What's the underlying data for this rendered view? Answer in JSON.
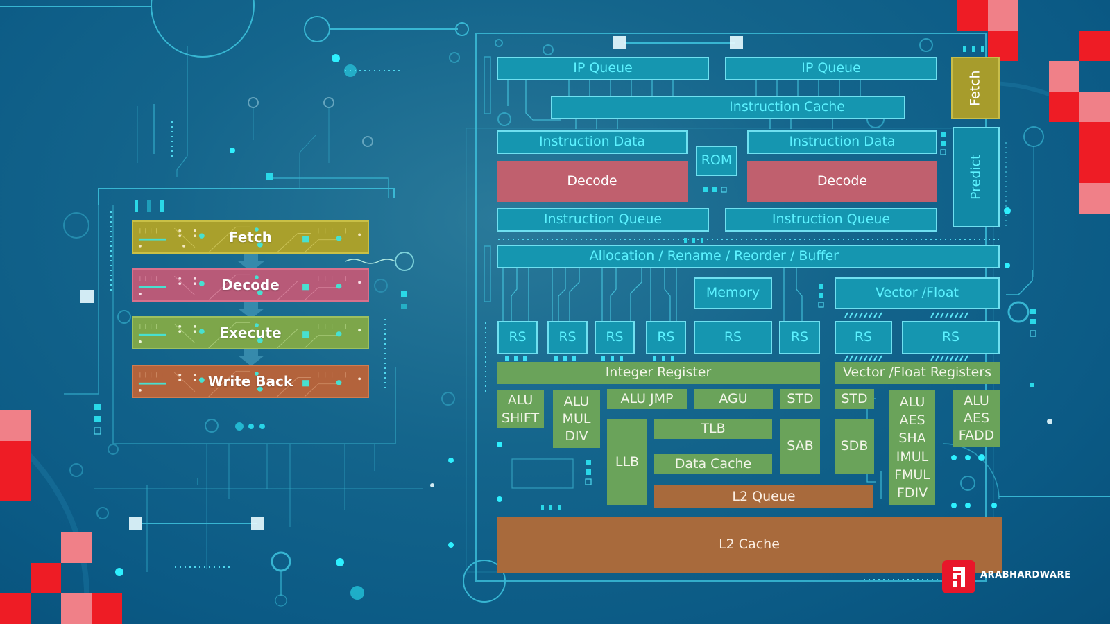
{
  "pipeline": {
    "stages": [
      {
        "label": "Fetch",
        "color": "#a9a02c"
      },
      {
        "label": "Decode",
        "color": "#b85a78"
      },
      {
        "label": "Execute",
        "color": "#7da64a"
      },
      {
        "label": "Write Back",
        "color": "#b3633c"
      }
    ]
  },
  "cpu": {
    "frontend": {
      "ip_queue_left": "IP Queue",
      "ip_queue_right": "IP Queue",
      "instruction_cache": "Instruction Cache",
      "instruction_data_left": "Instruction Data",
      "instruction_data_right": "Instruction Data",
      "rom": "ROM",
      "decode_left": "Decode",
      "decode_right": "Decode",
      "instruction_queue_left": "Instruction Queue",
      "instruction_queue_right": "Instruction Queue",
      "fetch": "Fetch",
      "predict": "Predict"
    },
    "allocation": "Allocation / Rename / Reorder / Buffer",
    "memory": "Memory",
    "vector_float": "Vector /Float",
    "reservation_stations": [
      "RS",
      "RS",
      "RS",
      "RS",
      "RS",
      "RS",
      "RS",
      "RS"
    ],
    "integer_register": "Integer Register",
    "vector_float_registers": "Vector /Float Registers",
    "execution_units": {
      "alu_shift": "ALU\nSHIFT",
      "alu_mul_div": "ALU\nMUL\nDIV",
      "alu_jmp": "ALU  JMP",
      "agu": "AGU",
      "std_int": "STD",
      "std_vec": "STD",
      "tlb": "TLB",
      "llb": "LLB",
      "data_cache": "Data Cache",
      "sab": "SAB",
      "sdb": "SDB",
      "alu_aes_sha": "ALU\nAES\nSHA\nIMUL\nFMUL\nFDIV",
      "alu_aes_fadd": "ALU\nAES\nFADD"
    },
    "l2_queue": "L2 Queue",
    "l2_cache": "L2 Cache"
  },
  "branding": {
    "name": "ARABHARDWARE",
    "accent": "#e8162a"
  },
  "colors": {
    "background": "#0b5a85",
    "circuit": "#4fd8ee",
    "teal_block": "#1596b0",
    "decode_red": "#c0606e",
    "exec_green": "#6aa35a",
    "cache_orange": "#a86a3c",
    "pixel_red": "#ee1c25",
    "pixel_pink": "#f08088"
  }
}
